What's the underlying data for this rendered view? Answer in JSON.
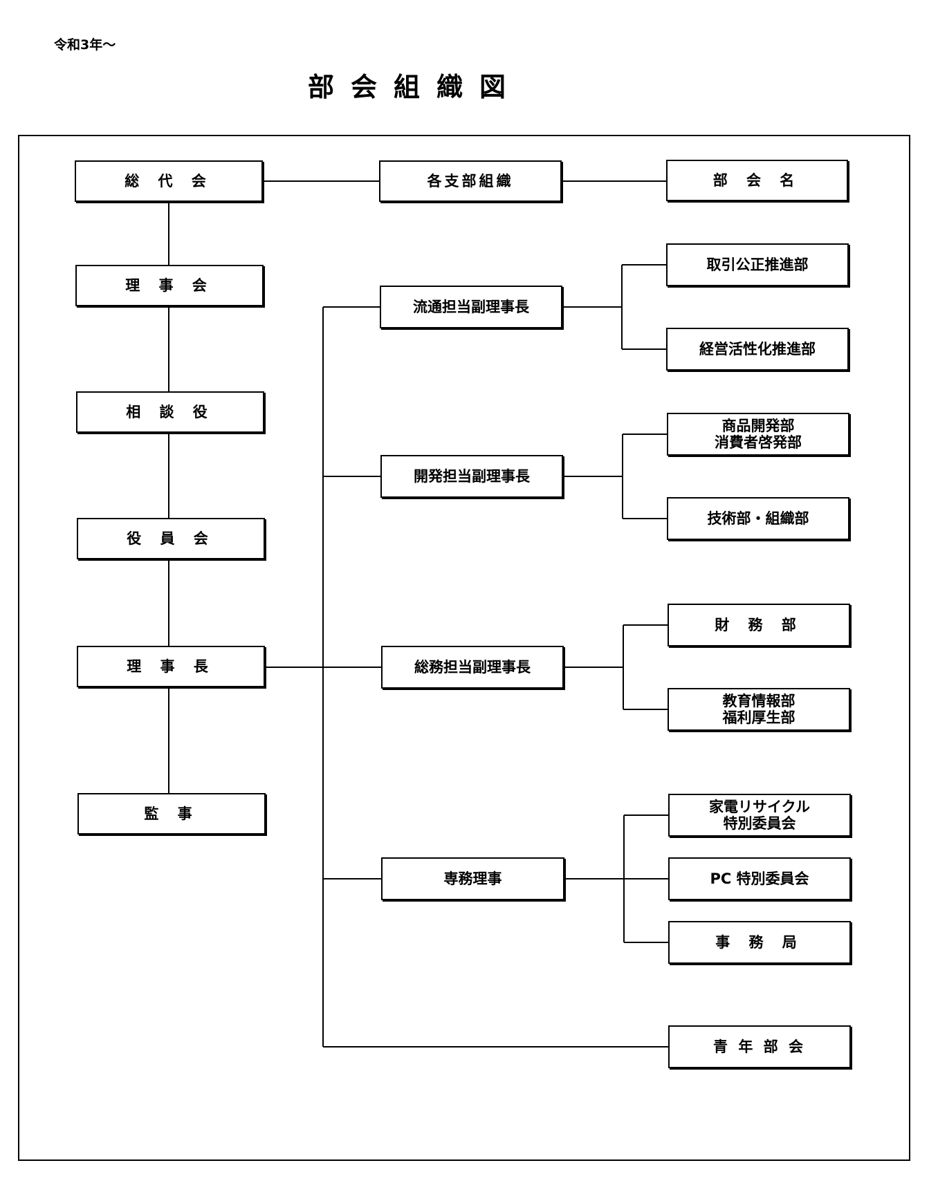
{
  "header": {
    "period": "令和3年～",
    "title": "部会組織図"
  },
  "left_column": {
    "general_assembly": "総 代 会",
    "board": "理 事 会",
    "advisor": "相 談 役",
    "officers": "役 員 会",
    "chairman": "理 事 長",
    "auditor": "監 事"
  },
  "top_row": {
    "branches": "各支部組織",
    "committee_name": "部 会 名"
  },
  "vice_chairs": {
    "distribution": "流通担当副理事長",
    "development": "開発担当副理事長",
    "general_affairs": "総務担当副理事長",
    "managing_director": "専務理事"
  },
  "divisions": {
    "fair_trade": "取引公正推進部",
    "management_revitalization": "経営活性化推進部",
    "product_consumer": "商品開発部\n消費者啓発部",
    "tech_org": "技術部・組織部",
    "finance": "財 務 部",
    "education_welfare": "教育情報部\n福利厚生部",
    "appliance_recycling": "家電リサイクル\n特別委員会",
    "pc_committee": "PC 特別委員会",
    "secretariat": "事 務 局",
    "youth": "青 年 部 会"
  }
}
